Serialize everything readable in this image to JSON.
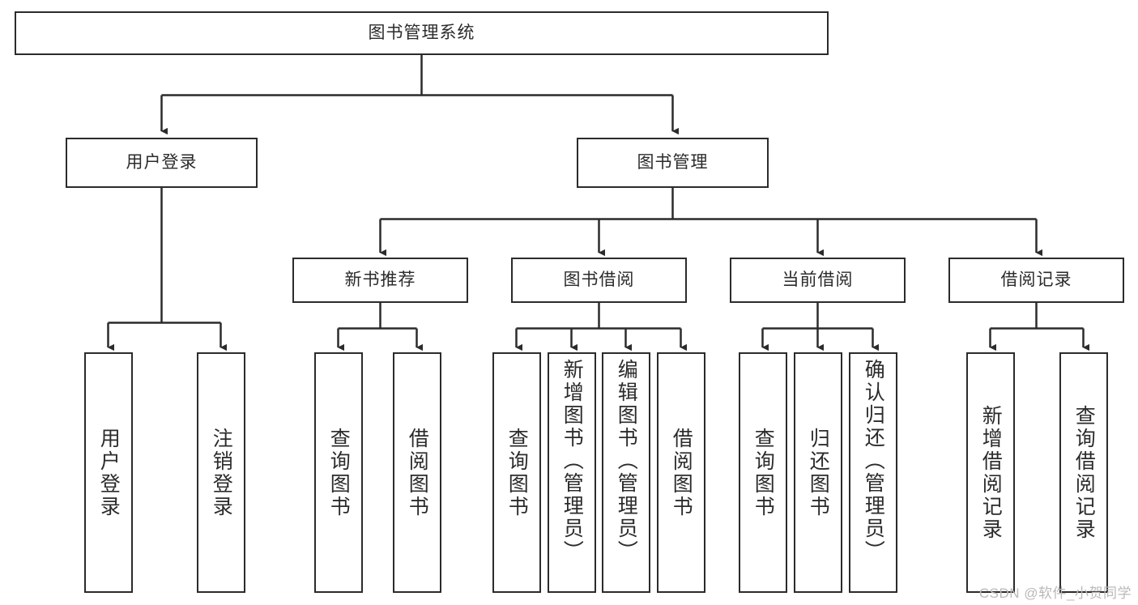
{
  "diagram": {
    "type": "tree-hierarchy-chart",
    "title": "图书管理系统",
    "colors": {
      "stroke": "#2b2b2b",
      "background": "#ffffff",
      "watermark": "#b9b9b9"
    },
    "root": {
      "label": "图书管理系统"
    },
    "level2": [
      {
        "label": "用户登录"
      },
      {
        "label": "图书管理"
      }
    ],
    "level3": [
      {
        "label": "新书推荐"
      },
      {
        "label": "图书借阅"
      },
      {
        "label": "当前借阅"
      },
      {
        "label": "借阅记录"
      }
    ],
    "leaves": {
      "user_login": [
        {
          "label": "用户登录"
        },
        {
          "label": "注销登录"
        }
      ],
      "new_book_recommend": [
        {
          "label": "查询图书"
        },
        {
          "label": "借阅图书"
        }
      ],
      "book_borrow": [
        {
          "label": "查询图书"
        },
        {
          "label": "新增图书（管理员）"
        },
        {
          "label": "编辑图书（管理员）"
        },
        {
          "label": "借阅图书"
        }
      ],
      "current_borrow": [
        {
          "label": "查询图书"
        },
        {
          "label": "归还图书"
        },
        {
          "label": "确认归还（管理员）"
        }
      ],
      "borrow_record": [
        {
          "label": "新增借阅记录"
        },
        {
          "label": "查询借阅记录"
        }
      ]
    }
  },
  "watermark": {
    "text": "CSDN @软件_小贺同学"
  }
}
